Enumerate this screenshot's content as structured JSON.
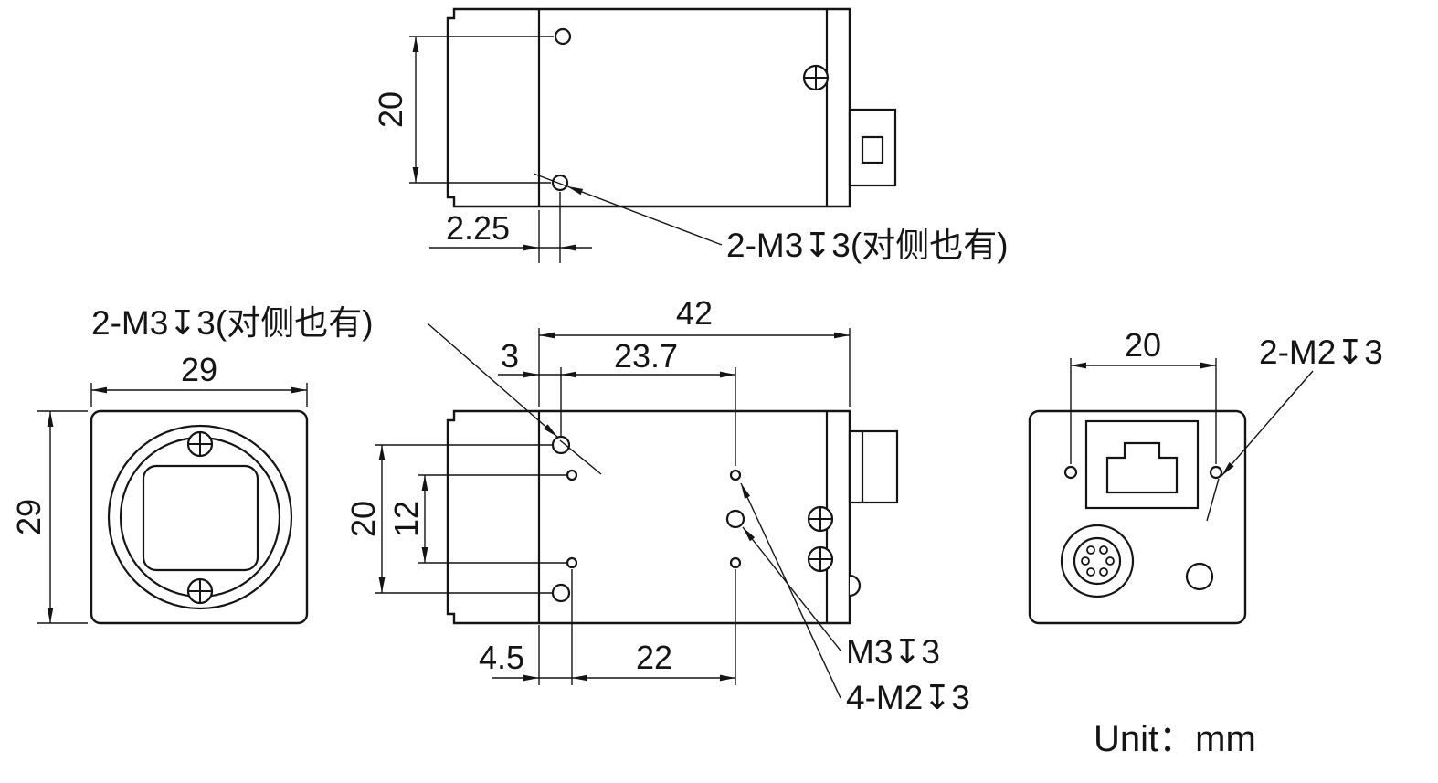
{
  "unit_label": "Unit：mm",
  "callouts": {
    "top_side_holes": "2-M3↧3(对侧也有)",
    "side_side_holes": "2-M3↧3(对侧也有)",
    "center_hole": "M3↧3",
    "m2_holes": "4-M2↧3",
    "rear_holes": "2-M2↧3"
  },
  "dims": {
    "top_hole_spacing": "20",
    "top_hole_offset": "2.25",
    "front_width": "29",
    "front_height": "29",
    "body_length": "42",
    "top_hole_inset": "3",
    "top_hole_span": "23.7",
    "side_hole_spacing": "20",
    "m2_vertical_spacing": "12",
    "bottom_hole_inset": "4.5",
    "m2_horizontal_spacing": "22",
    "rear_hole_spacing": "20"
  }
}
